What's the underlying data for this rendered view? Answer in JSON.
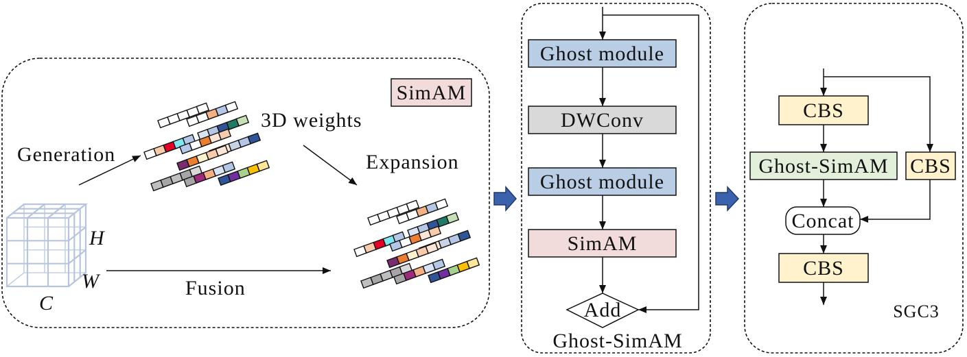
{
  "simam_panel": {
    "badge": "SimAM",
    "weights_label": "3D weights",
    "generation_label": "Generation",
    "expansion_label": "Expansion",
    "fusion_label": "Fusion",
    "axis_h": "H",
    "axis_w": "W",
    "axis_c": "C",
    "weight_strips": [
      [
        "#ffffff",
        "#ffffff",
        "#ffffff",
        "#ffffff",
        "#ffffff"
      ],
      [
        "#ffffff",
        "#ffffff",
        "#f4b183",
        "#b4c7e7",
        "#ffffff"
      ],
      [
        "#dae3f3",
        "#b4c7e7",
        "#2f5597",
        "#1f7a66",
        "#c5e0b4"
      ],
      [
        "#ffffff",
        "#f8cbad",
        "#e60026",
        "#7de8f2",
        "#b4c7e7"
      ],
      [
        "#b4c7e7",
        "#ffffff",
        "#ed7d31",
        "#fbe5d6",
        "#f8cbad"
      ],
      [
        "#f8cbad",
        "#fbe5d6",
        "#c9d3e6",
        "#b4c7e7",
        "#2f5597"
      ],
      [
        "#7b2c6e",
        "#ed7d31",
        "#fff2cc",
        "#f8cbad",
        "#fbe5d6"
      ],
      [
        "#bfbfbf",
        "#a6a6a6",
        "#bfbfbf",
        "#a6a6a6",
        "#d9d9d9"
      ],
      [
        "#a6a6a6",
        "#9e2a7e",
        "#f4b183",
        "#dae3f3",
        "#b4c7e7"
      ],
      [
        "#2f5597",
        "#7030a0",
        "#a9d18e",
        "#ffc000",
        "#ffe699"
      ]
    ]
  },
  "ghost_simam_block": {
    "title": "Ghost-SimAM",
    "layers": [
      "Ghost module",
      "DWConv",
      "Ghost module",
      "SimAM"
    ],
    "add_label": "Add"
  },
  "sgc3_block": {
    "title": "SGC3",
    "cbs_top": "CBS",
    "ghost_simam": "Ghost-SimAM",
    "cbs_branch": "CBS",
    "concat": "Concat",
    "cbs_bottom": "CBS"
  },
  "colors": {
    "ghost_module": "#b9cde5",
    "dwconv": "#d9d9d9",
    "simam": "#f2dcdb",
    "cbs": "#fff2cc",
    "ghost_simam": "#e2efda",
    "concat": "#ffffff",
    "block_arrow": "#3b63ad",
    "cube_line": "#b6c5dd"
  }
}
